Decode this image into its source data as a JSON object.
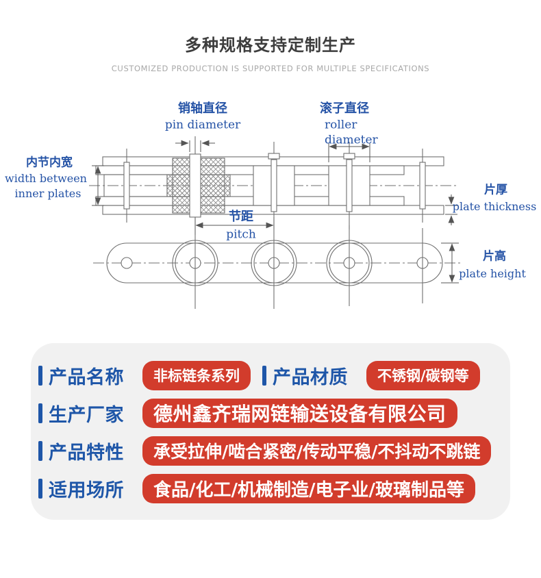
{
  "header": {
    "title": "多种规格支持定制生产",
    "subtitle": "CUSTOMIZED PRODUCTION IS SUPPORTED FOR MULTIPLE SPECIFICATIONS"
  },
  "diagram": {
    "labels": {
      "pin": {
        "zh": "销轴直径",
        "en": "pin diameter"
      },
      "roller": {
        "zh": "滚子直径",
        "en1": "roller",
        "en2": "diameter"
      },
      "inner_width": {
        "zh": "内节内宽",
        "en1": "width between",
        "en2": "inner plates"
      },
      "plate_thickness": {
        "zh": "片厚",
        "en": "plate thickness"
      },
      "pitch": {
        "zh": "节距",
        "en": "pitch"
      },
      "plate_height": {
        "zh": "片高",
        "en": "plate height"
      }
    }
  },
  "card": {
    "rows": [
      {
        "pairs": [
          {
            "label": "产品名称",
            "value": "非标链条系列"
          },
          {
            "label": "产品材质",
            "value": "不锈钢/碳钢等"
          }
        ]
      },
      {
        "pairs": [
          {
            "label": "生产厂家",
            "value": "德州鑫齐瑞网链输送设备有限公司"
          }
        ]
      },
      {
        "pairs": [
          {
            "label": "产品特性",
            "value": "承受拉伸/啮合紧密/传动平稳/不抖动不跳链"
          }
        ]
      },
      {
        "pairs": [
          {
            "label": "适用场所",
            "value": "食品/化工/机械制造/电子业/玻璃制品等"
          }
        ]
      }
    ]
  },
  "colors": {
    "accent_blue": "#1e56a8",
    "accent_red": "#d23c2c",
    "diagram_label_blue": "#2553a6",
    "title_color": "#3d3d3d",
    "subtitle_color": "#a8a8a8",
    "card_bg": "#f1f1f1",
    "line_color": "#6e6e6e"
  }
}
